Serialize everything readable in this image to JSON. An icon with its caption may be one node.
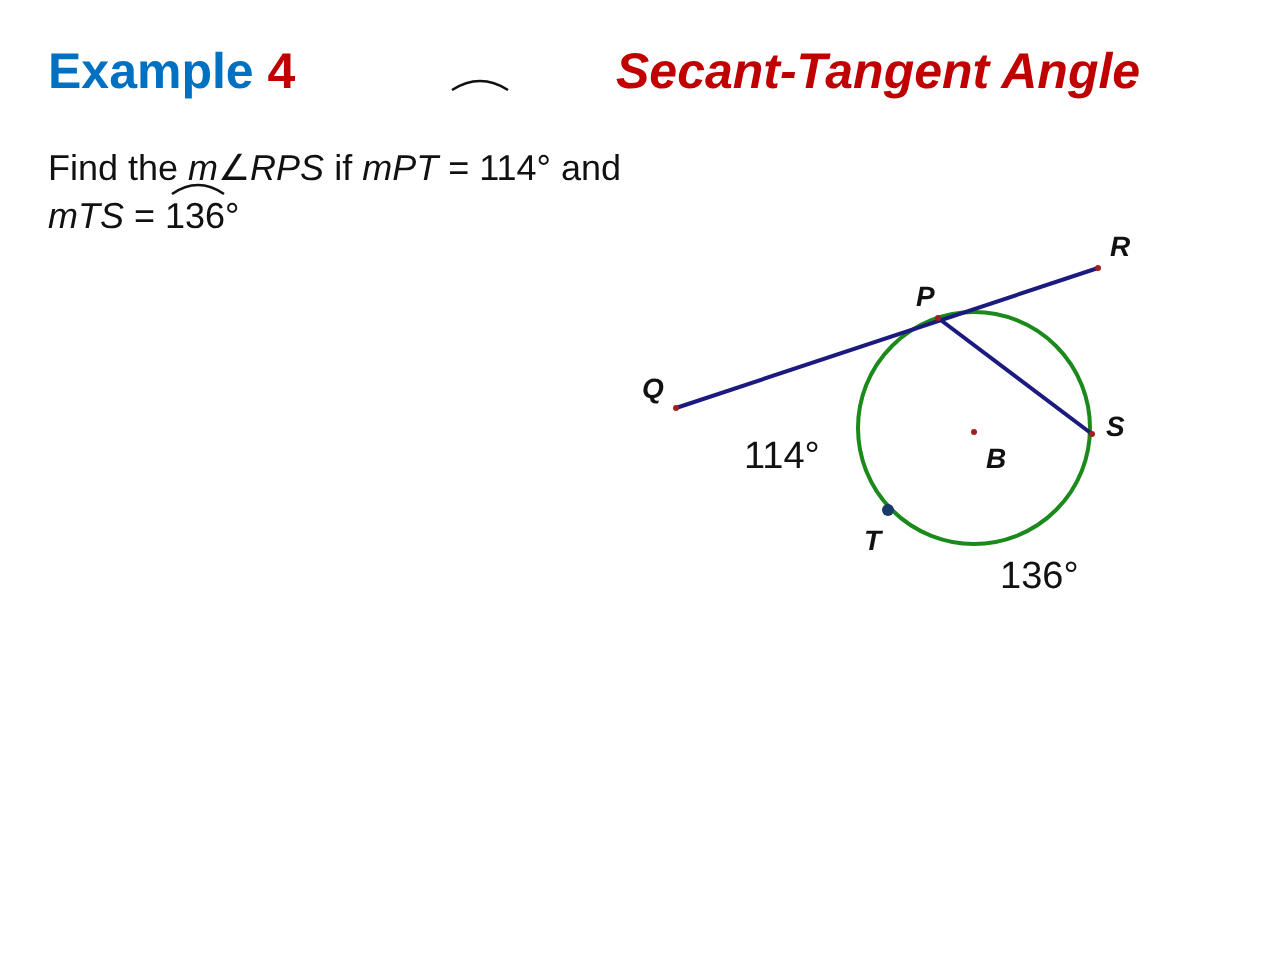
{
  "diagram": {
    "title": "Secant-Tangent Angle",
    "labels": [
      "Example 4",
      "Find the *m*∠*RPS* if *mPT* = 114° and *mTS* = 136°",
      "R",
      "P",
      "Q",
      "S",
      "114°",
      "B",
      "T",
      "136°"
    ]
  }
}
